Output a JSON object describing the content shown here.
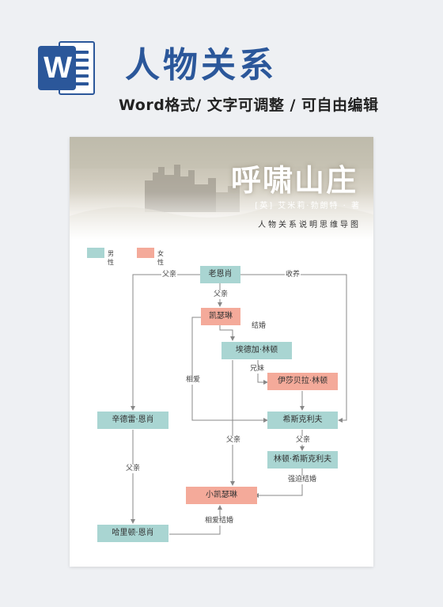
{
  "header": {
    "title": "人物关系",
    "subtitle": "Word格式/ 文字可调整 / 可自由编辑",
    "logo_letter": "W"
  },
  "card": {
    "book_title": "呼啸山庄",
    "author": "[英] 艾米莉·勃朗特 · 著",
    "caption": "人物关系说明思维导图"
  },
  "legend": {
    "male": "男性",
    "female": "女性",
    "male_color": "#a9d5d2",
    "female_color": "#f4aa9a"
  },
  "nodes": {
    "old_earnshaw": "老恩肖",
    "catherine": "凯瑟琳",
    "edgar": "埃德加·林顿",
    "isabella": "伊莎贝拉·林顿",
    "hindley": "辛德雷·恩肖",
    "heathcliff": "希斯克利夫",
    "linton": "林顿·希斯克利夫",
    "young_catherine": "小凯瑟琳",
    "hareton": "哈里顿·恩肖"
  },
  "edges": {
    "father_hindley": "父亲",
    "adopt": "收养",
    "father_catherine": "父亲",
    "married": "结婚",
    "siblings": "兄妹",
    "love": "相爱",
    "father_young_catherine": "父亲",
    "father_linton": "父亲",
    "forced_marriage": "强迫结婚",
    "father_hareton": "父亲",
    "love_marriage": "相爱结婚"
  }
}
